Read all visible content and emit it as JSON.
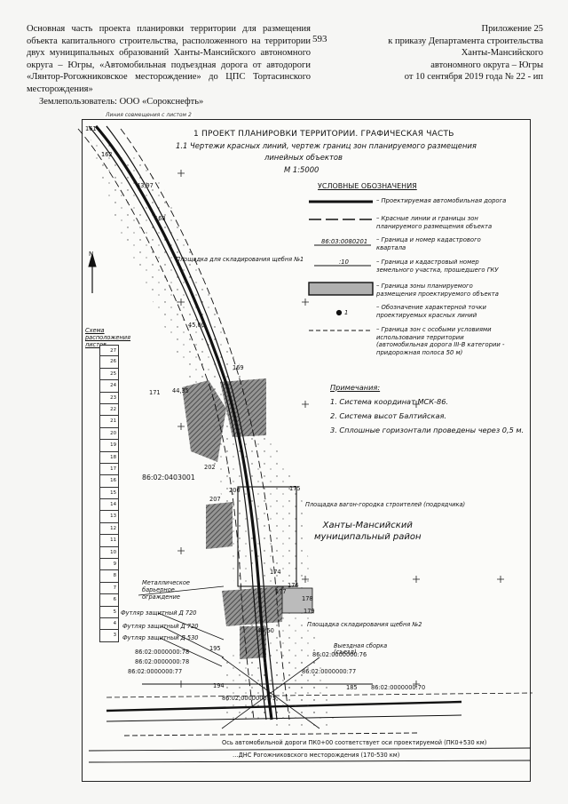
{
  "header": {
    "left_text": "Основная часть проекта планировки территории для размещения объекта капитального строительства, расположенного на территории двух муниципальных образований Ханты-Мансийского автономного округа – Югры, «Автомобильная подъездная дорога от автодороги «Лянтор-Рогожниковское месторождение» до ЦПС Тортасинского месторождения»",
    "land_user": "Землепользователь: ООО «Сорокснефть»",
    "page_number": "593",
    "right_lines": [
      "Приложение 25",
      "к приказу Департамента строительства",
      "Ханты-Мансийского",
      "автономного округа – Югры",
      "от 10 сентября 2019 года № 22 - ип"
    ]
  },
  "drawing": {
    "sheet_tab": "Линия совмещения с листом 2",
    "title_line1": "1    ПРОЕКТ ПЛАНИРОВКИ ТЕРРИТОРИИ. ГРАФИЧЕСКАЯ ЧАСТЬ",
    "title_line2": "1.1  Чертежи красных линий, чертеж границ зон планируемого размещения",
    "title_line3": "линейных объектов",
    "scale": "М 1:5000",
    "legend_title": "УСЛОВНЫЕ ОБОЗНАЧЕНИЯ",
    "legend": [
      {
        "sample": "",
        "text": "– Проектируемая автомобильная дорога"
      },
      {
        "sample": "",
        "text": "– Красные линии и границы зон планируемого размещения объекта"
      },
      {
        "sample": "86:03:0080201",
        "text": "– Граница и номер кадастрового квартала"
      },
      {
        "sample": ":10",
        "text": "– Граница и кадастровый номер земельного участка, прошедшего ГКУ"
      },
      {
        "sample": "",
        "text": "– Граница зоны планируемого размещения проектируемого объекта"
      },
      {
        "sample": "1",
        "text": "– Обозначение характерной точки проектируемых красных линий"
      },
      {
        "sample": "",
        "text": "– Граница зон с особыми условиями использования территории (автомобильная дорога III-В категории - придорожная полоса 50 м)"
      }
    ],
    "notes_title": "Примечания:",
    "notes": [
      "1. Система координат МСК-86.",
      "2. Система высот Балтийская.",
      "3. Сплошные горизонтали проведены через 0,5 м."
    ],
    "scheme_title": "Схема расположения листов",
    "sheet_numbers": [
      "27",
      "26",
      "25",
      "24",
      "23",
      "22",
      "21",
      "20",
      "19",
      "18",
      "17",
      "16",
      "15",
      "14",
      "13",
      "12",
      "11",
      "10",
      "9",
      "8",
      "7",
      "6",
      "5",
      "4",
      "3"
    ],
    "north": "N",
    "region": [
      "Ханты-Мансийский",
      "муниципальный район"
    ],
    "quarter_main": "86:02:0403001",
    "sites": {
      "storage1": "Площадка для складирования щебня №1",
      "camp": "Площадка вагон-городка строителей (подрядчика)",
      "storage2": "Площадка складирования щебня №2",
      "metal_barrier": [
        "Металлическое",
        "барьерное",
        "ограждение"
      ],
      "pipe1": "Футляр защитный Д 720",
      "pipe2": "Футляр защитный Д 720",
      "pipe3": "Футляр защитный Д 530",
      "exit_ramp": [
        "Выездная сборка",
        "(съезд)"
      ]
    },
    "parcels": [
      "86:02:0000000:78",
      "86:02:0000000:77",
      "86:02:0000000:78",
      "86:02:0000000:76",
      "86:02:0000000:77",
      "86:02:0000000:70",
      "86:02:0000000:75"
    ],
    "points": [
      "161",
      "162",
      "168",
      "169",
      "175",
      "176",
      "178",
      "179",
      "185",
      "194",
      "195",
      "202",
      "206",
      "207",
      "174",
      "177",
      "171"
    ],
    "elevations": [
      "43,97",
      "44,35",
      "45,00",
      "44,50"
    ],
    "bottom_note1": "Ось автомобильной дороги ПК0+00 соответствует оси проектируемой (ПК0+530 км)",
    "bottom_note2": "…ДНС Рогожниковского месторождения (170-530 км)"
  }
}
